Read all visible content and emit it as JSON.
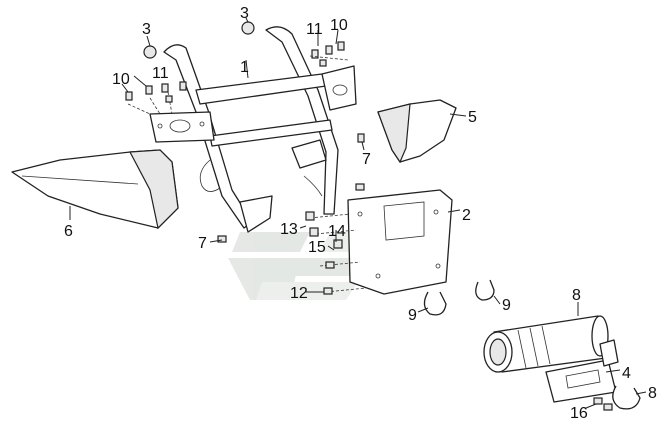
{
  "callouts": {
    "c1": "1",
    "c2": "2",
    "c3a": "3",
    "c3b": "3",
    "c4": "4",
    "c5": "5",
    "c6": "6",
    "c7a": "7",
    "c7b": "7",
    "c8a": "8",
    "c8b": "8",
    "c9a": "9",
    "c9b": "9",
    "c10a": "10",
    "c10b": "10",
    "c11a": "11",
    "c11b": "11",
    "c12": "12",
    "c13": "13",
    "c14": "14",
    "c15": "15",
    "c16": "16"
  },
  "colors": {
    "line": "#222222",
    "watermark": "#d9ded9",
    "shade": "#e8e8e8"
  }
}
